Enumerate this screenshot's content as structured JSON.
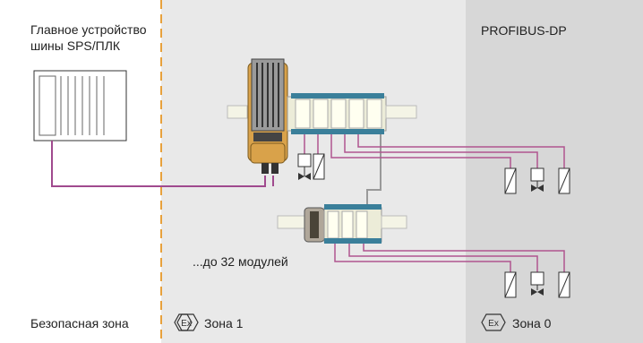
{
  "zones": {
    "safe": {
      "label": "Безопасная зона"
    },
    "zone1": {
      "label": "Зона 1",
      "ex_mark": "Ex"
    },
    "zone0": {
      "label": "Зона 0",
      "ex_mark": "Ex"
    }
  },
  "master": {
    "label_line1": "Главное устройство",
    "label_line2": "шины SPS/ПЛК"
  },
  "bus": {
    "label": "PROFIBUS-DP"
  },
  "modules_note": "...до 32 модулей",
  "colors": {
    "zone1_bg": "#e9e9e9",
    "zone0_bg": "#d7d7d7",
    "divider": "#e8a13c",
    "bus_line": "#a04a8e",
    "field_line": "#b0558f",
    "device_stroke": "#333333"
  }
}
